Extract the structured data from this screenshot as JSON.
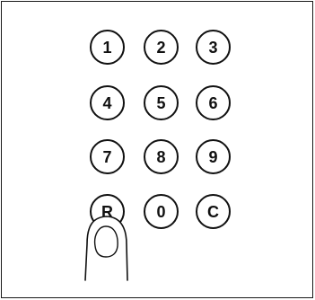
{
  "keypad": {
    "keys": [
      {
        "label": "1"
      },
      {
        "label": "2"
      },
      {
        "label": "3"
      },
      {
        "label": "4"
      },
      {
        "label": "5"
      },
      {
        "label": "6"
      },
      {
        "label": "7"
      },
      {
        "label": "8"
      },
      {
        "label": "9"
      },
      {
        "label": "R"
      },
      {
        "label": "0"
      },
      {
        "label": "C"
      }
    ]
  }
}
